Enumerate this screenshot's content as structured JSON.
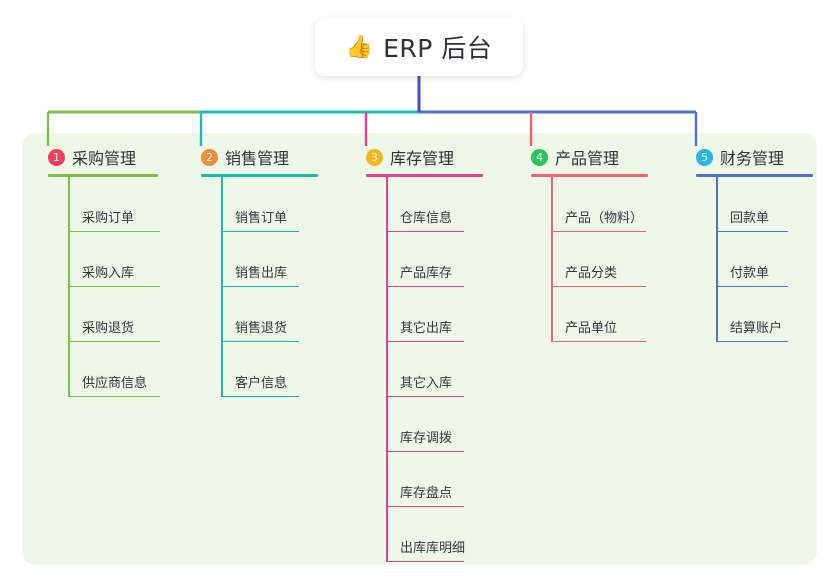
{
  "diagram": {
    "type": "mindmap-tree",
    "background_color": "#ffffff",
    "panel_color": "#eef7e8",
    "root": {
      "icon": "thumbs-up-icon",
      "emoji": "👍",
      "label": "ERP 后台",
      "card_color": "#ffffff"
    },
    "trunk_color": "#4b52b9",
    "branches": [
      {
        "number": "1",
        "label": "采购管理",
        "badge_color": "#f04060",
        "line_color": "#7dbf4a",
        "connector_color": "#7dbf4a",
        "items": [
          "采购订单",
          "采购入库",
          "采购退货",
          "供应商信息"
        ]
      },
      {
        "number": "2",
        "label": "销售管理",
        "badge_color": "#f08c3c",
        "line_color": "#16bfae",
        "connector_color": "#16bfae",
        "items": [
          "销售订单",
          "销售出库",
          "销售退货",
          "客户信息"
        ]
      },
      {
        "number": "3",
        "label": "库存管理",
        "badge_color": "#f5b51a",
        "line_color": "#e5438f",
        "connector_color": "#e5438f",
        "items": [
          "仓库信息",
          "产品库存",
          "其它出库",
          "其它入库",
          "库存调拨",
          "库存盘点",
          "出库库明细"
        ]
      },
      {
        "number": "4",
        "label": "产品管理",
        "badge_color": "#2cc25c",
        "line_color": "#f2636b",
        "connector_color": "#f2636b",
        "items": [
          "产品（物料）",
          "产品分类",
          "产品单位"
        ]
      },
      {
        "number": "5",
        "label": "财务管理",
        "badge_color": "#29b6e8",
        "line_color": "#4f6fd1",
        "connector_color": "#4f6fd1",
        "items": [
          "回款单",
          "付款单",
          "结算账户"
        ]
      }
    ]
  }
}
